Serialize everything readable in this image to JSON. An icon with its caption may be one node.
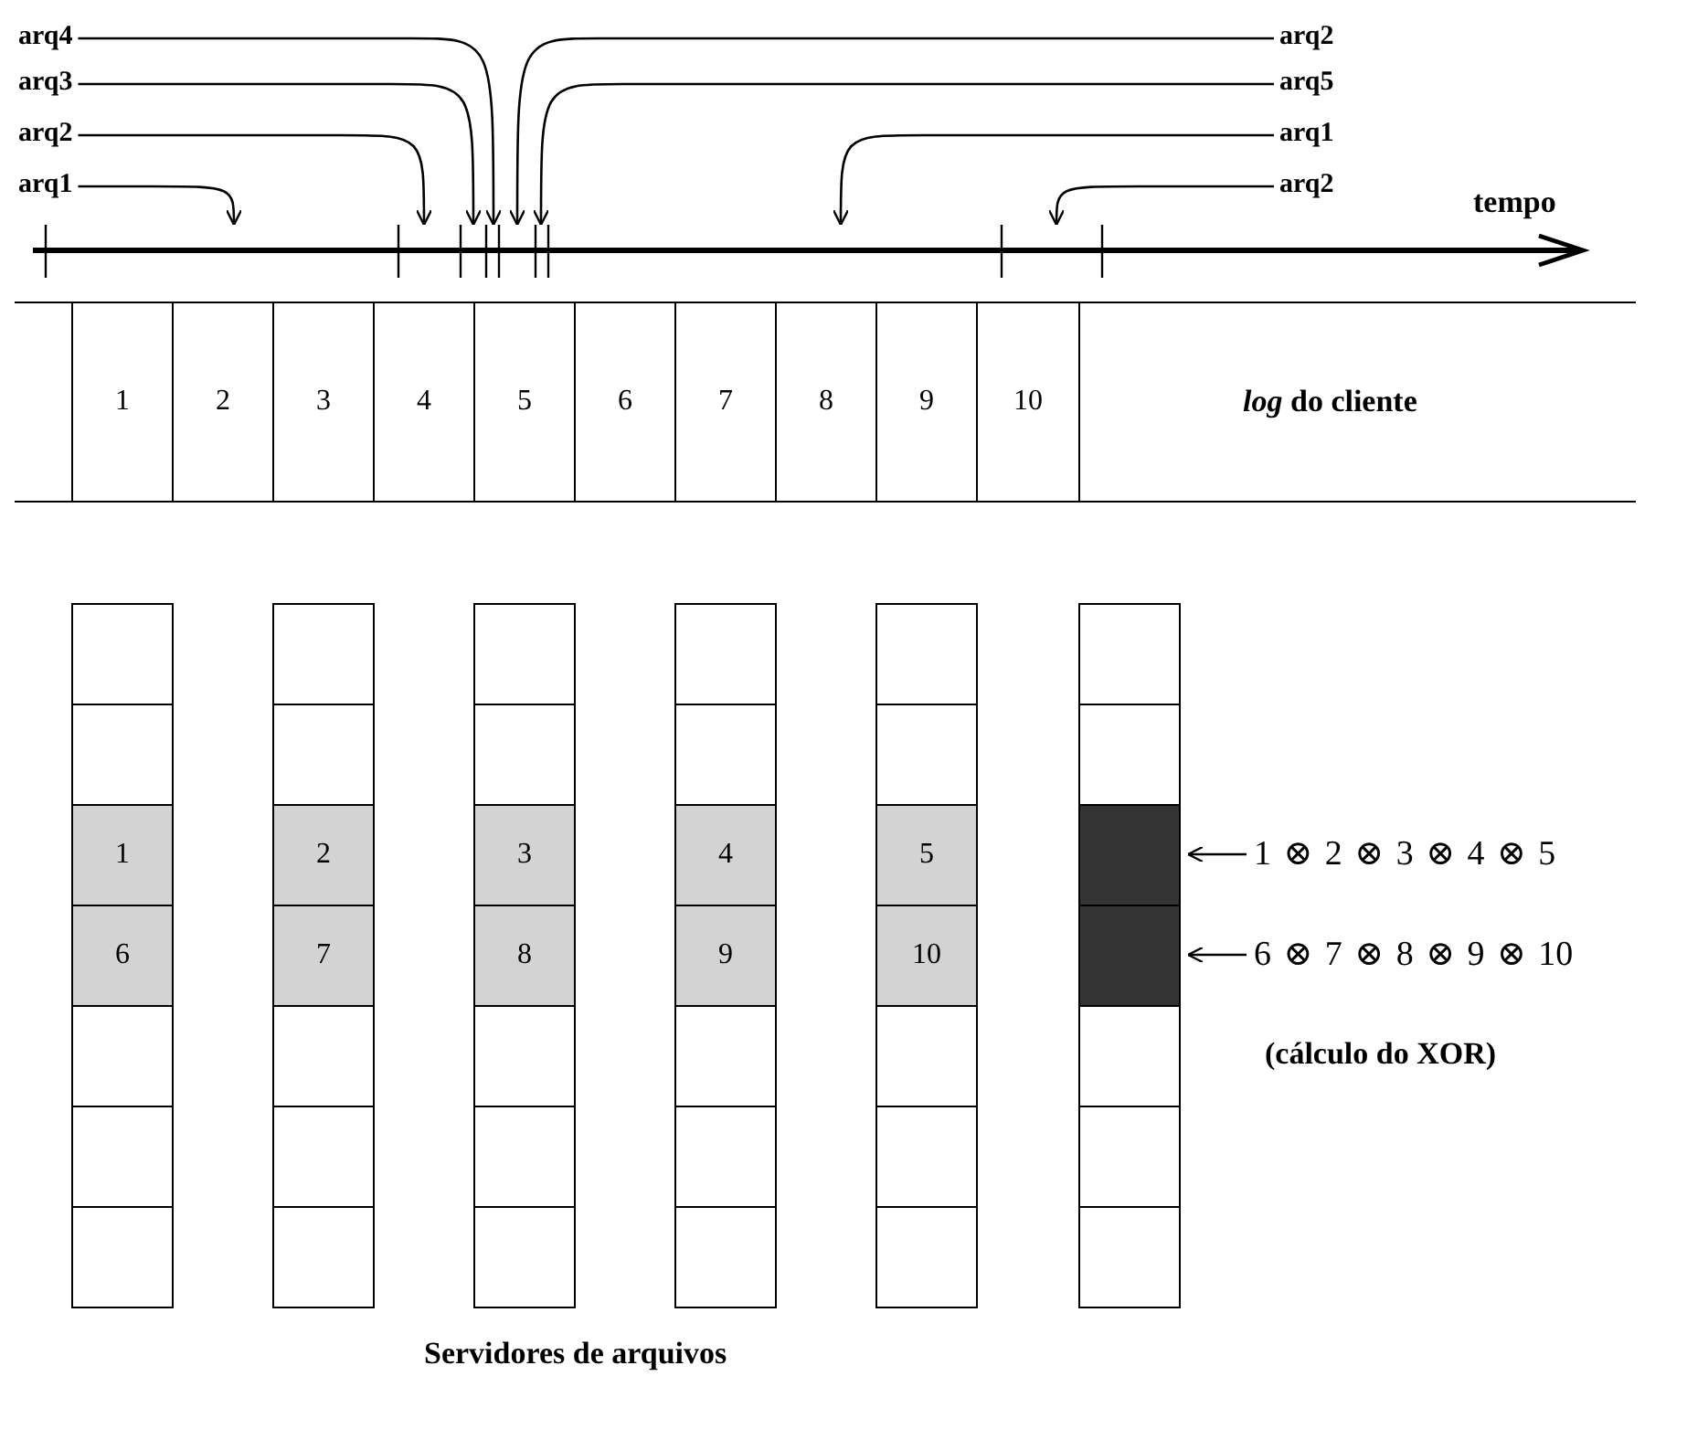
{
  "diagram": {
    "caption": "Servidores de arquivos",
    "nodes": [
      {
        "text": [
          "arq4"
        ]
      },
      {
        "text": [
          "arq2"
        ]
      },
      {
        "text": [
          "arq3"
        ]
      },
      {
        "text": [
          "arq5"
        ]
      },
      {
        "text": [
          "arq2"
        ]
      },
      {
        "text": [
          "arq1"
        ]
      },
      {
        "text": [
          "arq1"
        ]
      },
      {
        "text": [
          "arq2"
        ]
      },
      {
        "text": [
          "1"
        ]
      },
      {
        "text": [
          "2"
        ]
      },
      {
        "text": [
          "3"
        ]
      },
      {
        "text": [
          "4"
        ]
      },
      {
        "text": [
          "5"
        ]
      },
      {
        "text": [
          "6"
        ]
      },
      {
        "text": [
          "7"
        ]
      },
      {
        "text": [
          "8"
        ]
      },
      {
        "text": [
          "9"
        ]
      },
      {
        "text": [
          "10"
        ]
      },
      {
        "text": [],
        "shape": "box"
      },
      {
        "text": [],
        "shape": "box"
      },
      {
        "text": [],
        "shape": "box"
      },
      {
        "text": [],
        "shape": "box"
      },
      {
        "text": [],
        "shape": "box"
      },
      {
        "text": [],
        "shape": "box"
      },
      {
        "text": [],
        "shape": "box"
      },
      {
        "text": [],
        "shape": "box"
      },
      {
        "text": [],
        "shape": "box"
      },
      {
        "text": [],
        "shape": "box"
      },
      {
        "text": [],
        "shape": "box"
      },
      {
        "text": [],
        "shape": "box"
      },
      {
        "text": [
          "1"
        ]
      },
      {
        "text": [
          "2"
        ]
      },
      {
        "text": [
          "3"
        ]
      },
      {
        "text": [
          "4"
        ]
      },
      {
        "text": [
          "5"
        ]
      },
      {
        "text": [],
        "shape": "box"
      },
      {
        "text": [
          "6"
        ]
      },
      {
        "text": [
          "7"
        ]
      },
      {
        "text": [
          "8"
        ]
      },
      {
        "text": [
          "9"
        ]
      },
      {
        "text": [
          "10"
        ]
      },
      {
        "text": [],
        "shape": "box"
      },
      {
        "text": [],
        "shape": "box"
      },
      {
        "text": [],
        "shape": "box"
      },
      {
        "text": [],
        "shape": "box"
      },
      {
        "text": [],
        "shape": "box"
      },
      {
        "text": [],
        "shape": "box"
      },
      {
        "text": [],
        "shape": "box"
      },
      {
        "text": [],
        "shape": "box"
      },
      {
        "text": [],
        "shape": "box"
      },
      {
        "text": [],
        "shape": "box"
      },
      {
        "text": [],
        "shape": "box"
      },
      {
        "text": [],
        "shape": "box"
      },
      {
        "text": [],
        "shape": "box"
      },
      {
        "text": [],
        "shape": "box"
      },
      {
        "text": [],
        "shape": "box"
      },
      {
        "text": [],
        "shape": "box"
      },
      {
        "text": [],
        "shape": "box"
      },
      {
        "text": [],
        "shape": "box"
      },
      {
        "text": [],
        "shape": "box"
      },
      {
        "text": [
          "1 ⊗ 2 ⊗ 3 ⊗ 4 ⊗ 5"
        ]
      },
      {
        "text": [
          "6 ⊗ 7 ⊗ 8 ⊗ 9 ⊗ 10"
        ]
      },
      {
        "text": [],
        "shape": "line"
      }
    ],
    "edges": [
      {
        "from": 0,
        "to": 62,
        "arrow": "to"
      },
      {
        "from": 1,
        "to": 62,
        "arrow": "to"
      },
      {
        "from": 2,
        "to": 62,
        "arrow": "to"
      },
      {
        "from": 3,
        "to": 62,
        "arrow": "to"
      },
      {
        "from": 4,
        "to": 62,
        "arrow": "to"
      },
      {
        "from": 5,
        "to": 62,
        "arrow": "to"
      },
      {
        "from": 6,
        "to": 62,
        "arrow": "to"
      },
      {
        "from": 7,
        "to": 62,
        "arrow": "to"
      },
      {
        "from": 60,
        "to": 35,
        "arrow": "to"
      },
      {
        "from": 61,
        "to": 41,
        "arrow": "to"
      }
    ],
    "labels": [
      "tempo",
      "*log* do cliente",
      "(cálculo do XOR)"
    ]
  }
}
